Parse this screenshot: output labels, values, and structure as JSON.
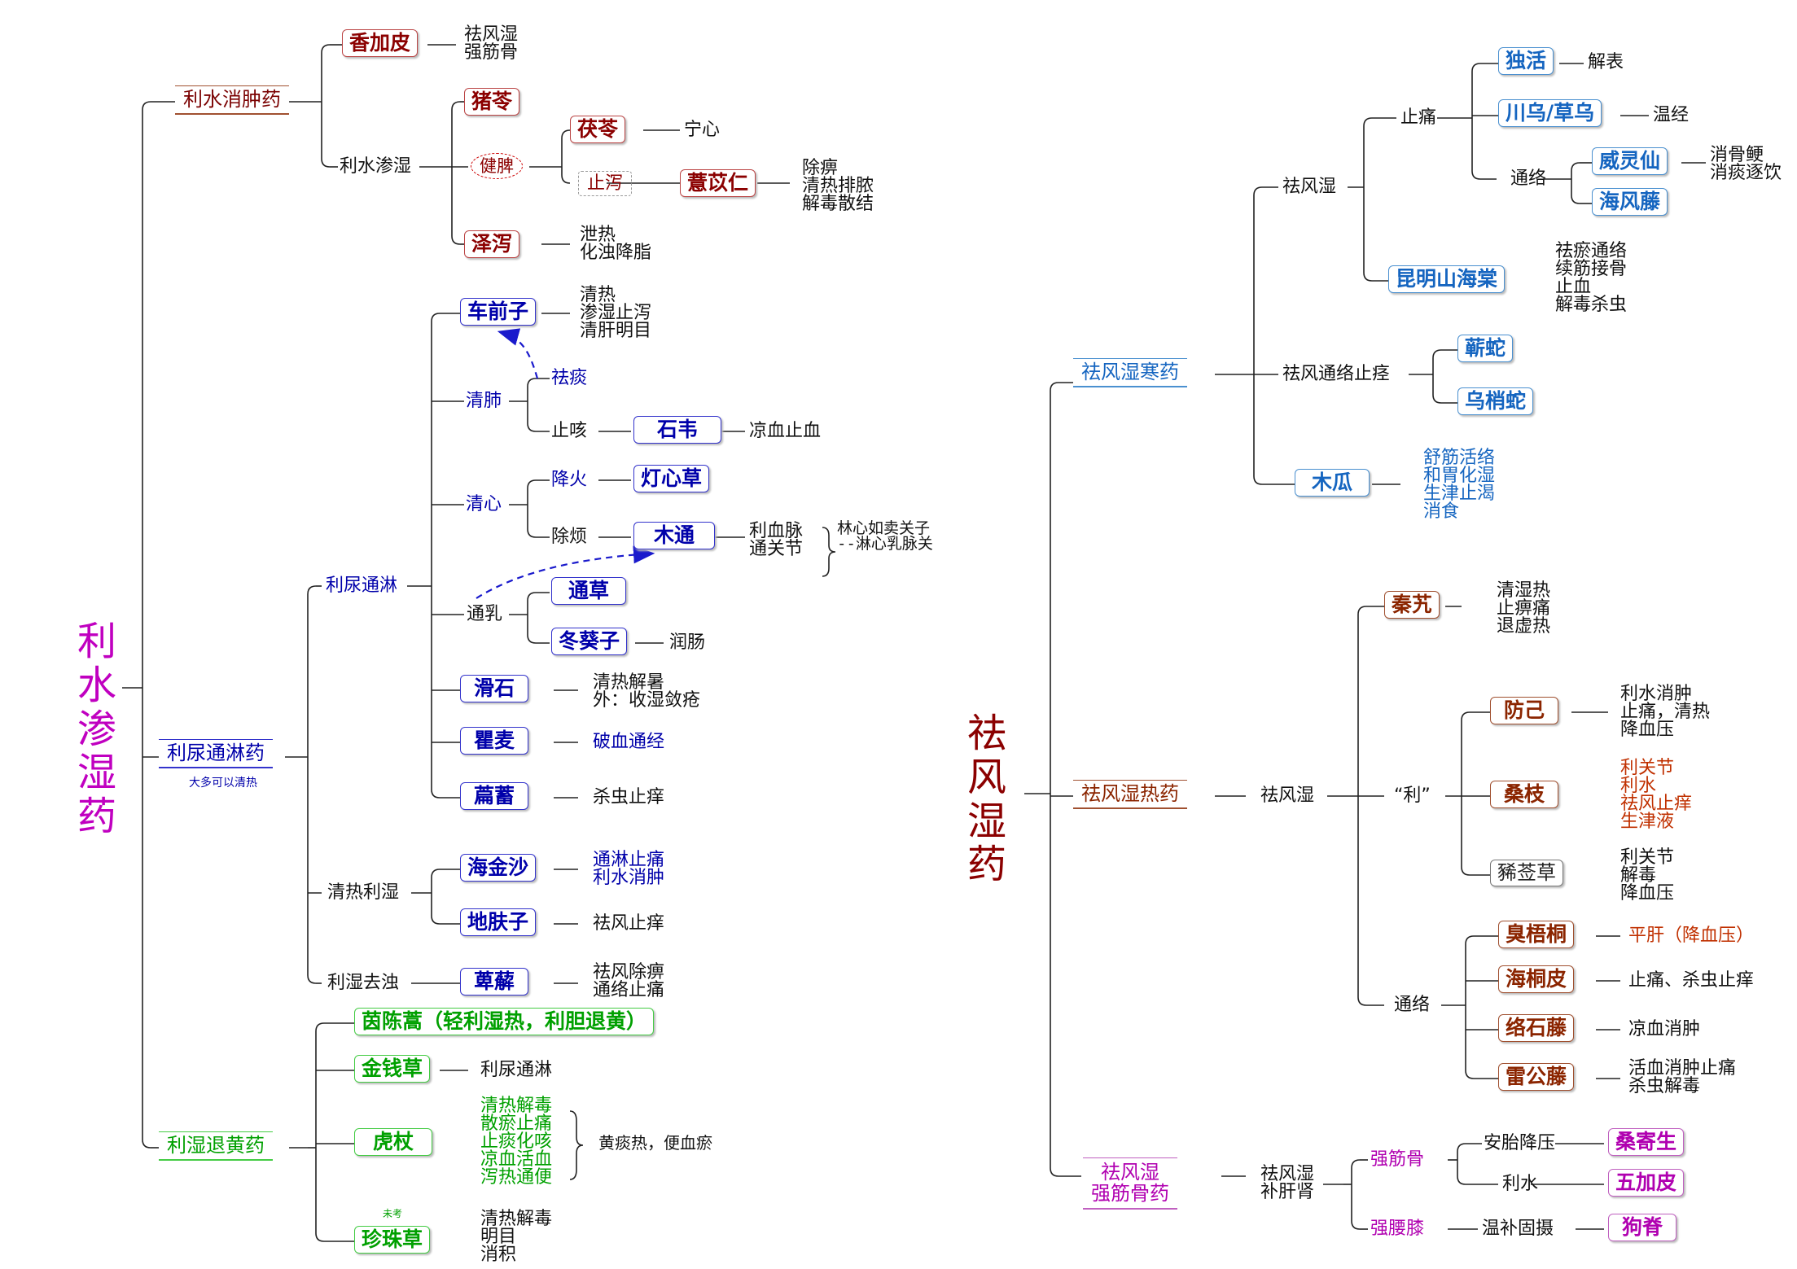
{
  "left": {
    "root": "利\n水\n渗\n湿\n药",
    "cat1": "利水消肿药",
    "xiangjiapi": "香加皮",
    "xiangjiapi_eff": "祛风湿\n强筋骨",
    "lishuishenshi": "利水渗湿",
    "zhuling": "猪苓",
    "jianpi": "健脾",
    "fuling": "茯苓",
    "fuling_eff": "宁心",
    "zhixie": "止泻",
    "yiyiren": "薏苡仁",
    "yiyiren_eff": "除痹\n清热排脓\n解毒散结",
    "zexie": "泽泻",
    "zexie_eff": "泄热\n化浊降脂",
    "cat2": "利尿通淋药",
    "cat2_note": "大多可以清热",
    "liniao": "利尿通淋",
    "cheqianzi": "车前子",
    "cheqianzi_eff": "清热\n渗湿止泻\n清肝明目",
    "qingfei": "清肺",
    "qutan": "祛痰",
    "zhike": "止咳",
    "shiwei": "石韦",
    "shiwei_eff": "凉血止血",
    "qingxin": "清心",
    "jianghuo": "降火",
    "dengxincao": "灯心草",
    "chufan": "除烦",
    "mutong": "木通",
    "mutong_eff": "利血脉\n通关节",
    "mutong_note": "林心如卖关子\n--淋心乳脉关",
    "tongru": "通乳",
    "tongcao": "通草",
    "dongkuizi": "冬葵子",
    "dongkuizi_eff": "润肠",
    "huashi": "滑石",
    "huashi_eff": "清热解暑\n外：收湿敛疮",
    "qumai": "瞿麦",
    "qumai_eff": "破血通经",
    "bianxu": "萹蓄",
    "bianxu_eff": "杀虫止痒",
    "qingrelishi": "清热利湿",
    "haijinsha": "海金沙",
    "haijinsha_eff": "通淋止痛\n利水消肿",
    "difuzi": "地肤子",
    "difuzi_eff": "祛风止痒",
    "lishiquzhuo": "利湿去浊",
    "bixie": "萆薢",
    "bixie_eff": "祛风除痹\n通络止痛",
    "cat3": "利湿退黄药",
    "yinchen": "茵陈蒿（轻利湿热，利胆退黄）",
    "jinqiancao": "金钱草",
    "jinqiancao_eff": "利尿通淋",
    "huzhang": "虎杖",
    "huzhang_eff": "清热解毒\n散瘀止痛\n止痰化咳\n凉血活血\n泻热通便",
    "huzhang_note": "黄痰热，便血瘀",
    "zhenzhucao_tag": "未考",
    "zhenzhucao": "珍珠草",
    "zhenzhucao_eff": "清热解毒\n明目\n消积"
  },
  "right": {
    "root": "祛\n风\n湿\n药",
    "cat1": "祛风湿寒药",
    "qufengshi": "祛风湿",
    "zhitong": "止痛",
    "duhuo": "独活",
    "duhuo_eff": "解表",
    "chuanwu": "川乌/草乌",
    "chuanwu_eff": "温经",
    "tongluo": "通络",
    "weilingxian": "威灵仙",
    "weilingxian_eff": "消骨鲠\n消痰逐饮",
    "haifengteng": "海风藤",
    "kunming": "昆明山海棠",
    "kunming_eff": "祛瘀通络\n续筋接骨\n止血\n解毒杀虫",
    "tongluozhijing": "祛风通络止痉",
    "qishe": "蕲蛇",
    "wushaoshe": "乌梢蛇",
    "mugua": "木瓜",
    "mugua_eff": "舒筋活络\n和胃化湿\n生津止渴\n消食",
    "cat2": "祛风湿热药",
    "qufengshi2": "祛风湿",
    "qinjiao": "秦艽",
    "qinjiao_eff": "清湿热\n止痹痛\n退虚热",
    "li": "“利”",
    "fangji": "防己",
    "fangji_eff": "利水消肿\n止痛，清热\n降血压",
    "sangzhi": "桑枝",
    "sangzhi_eff": "利关节\n利水\n祛风止痒\n生津液",
    "xixiancao": "豨莶草",
    "xixiancao_eff": "利关节\n解毒\n降血压",
    "tongluo2": "通络",
    "chouwutong": "臭梧桐",
    "chouwutong_eff": "平肝（降血压）",
    "haitongpi": "海桐皮",
    "haitongpi_eff": "止痛、杀虫止痒",
    "luoshiteng": "络石藤",
    "luoshiteng_eff": "凉血消肿",
    "leigongteng": "雷公藤",
    "leigongteng_eff": "活血消肿止痛\n杀虫解毒",
    "cat3": "祛风湿\n强筋骨药",
    "bugan": "祛风湿\n补肝肾",
    "qiangjingu": "强筋骨",
    "antai": "安胎降压",
    "sangjisheng": "桑寄生",
    "lishui": "利水",
    "wujiapi": "五加皮",
    "qiangyaoxi": "强腰膝",
    "wenbu": "温补固摄",
    "gouji": "狗脊"
  }
}
